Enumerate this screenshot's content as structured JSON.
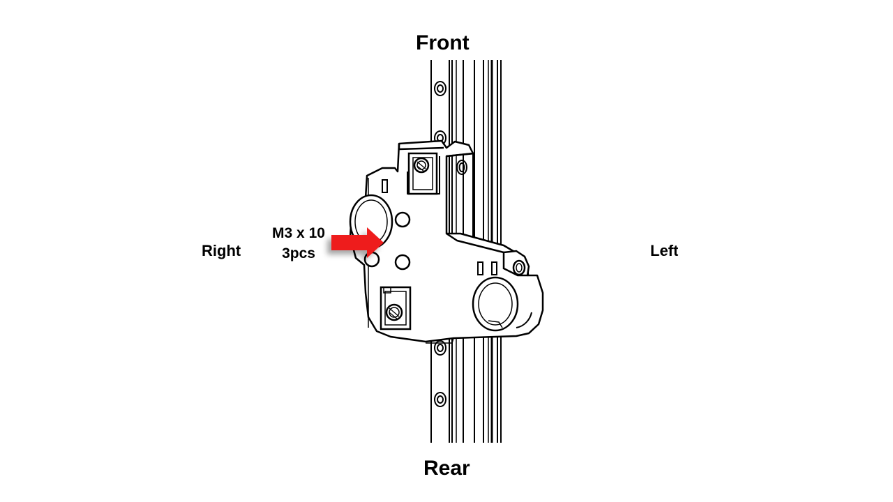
{
  "directions": {
    "front": "Front",
    "rear": "Rear",
    "right": "Right",
    "left": "Left"
  },
  "callout": {
    "screw_spec": "M3 x 10",
    "quantity": "3pcs"
  },
  "colors": {
    "arrow": "#ee1c1c",
    "line": "#000000",
    "background": "#ffffff"
  }
}
